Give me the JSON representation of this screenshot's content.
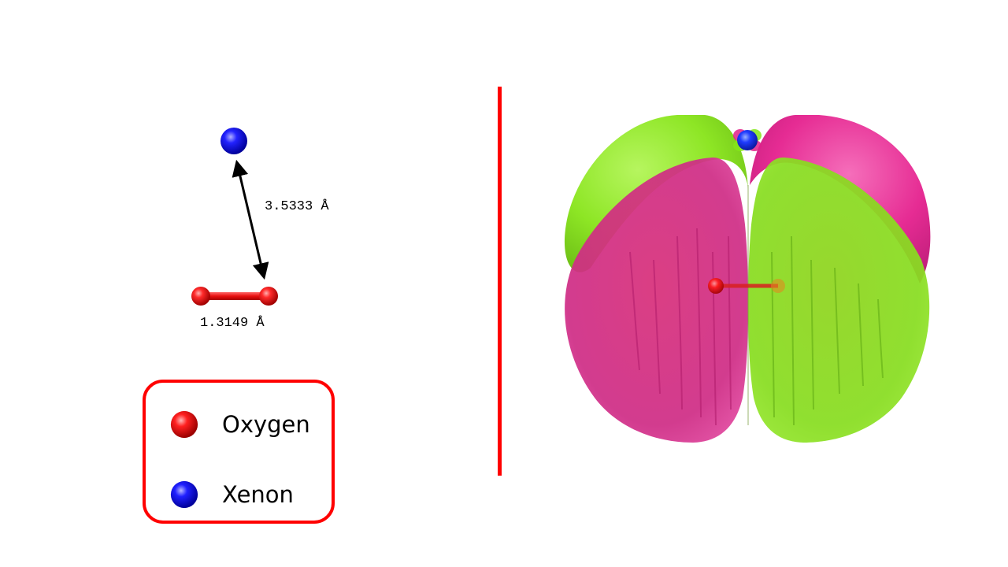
{
  "measurements": {
    "xe_o_distance": "3.5333 Å",
    "o_o_distance": "1.3149 Å"
  },
  "legend": {
    "items": [
      {
        "label": "Oxygen",
        "atom": "oxygen-atom-icon",
        "color": "#ee1111"
      },
      {
        "label": "Xenon",
        "atom": "xenon-atom-icon",
        "color": "#1a1af0"
      }
    ]
  },
  "colors": {
    "oxygen": "#ee1111",
    "xenon": "#1a1af0",
    "divider": "#ff0000",
    "lobe_green": "#84e619",
    "lobe_magenta": "#e0208a"
  }
}
